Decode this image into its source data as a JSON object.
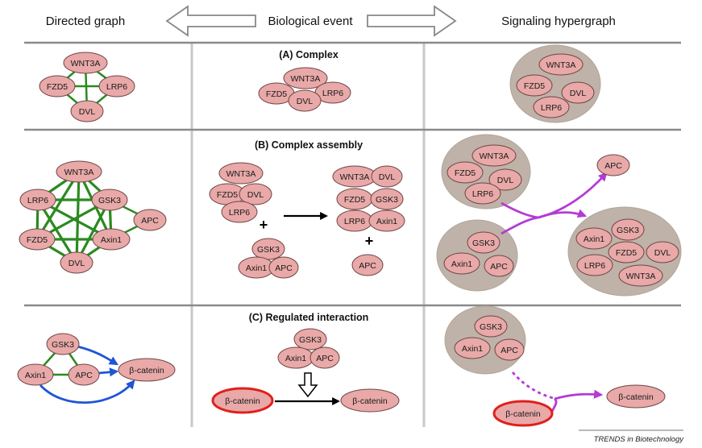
{
  "columns": {
    "left": "Directed graph",
    "middle": "Biological event",
    "right": "Signaling hypergraph"
  },
  "sections": {
    "a": "(A) Complex",
    "b": "(B) Complex assembly",
    "c": "(C) Regulated interaction"
  },
  "proteins": {
    "wnt3a": "WNT3A",
    "fzd5": "FZD5",
    "lrp6": "LRP6",
    "dvl": "DVL",
    "gsk3": "GSK3",
    "apc": "APC",
    "axin1": "Axin1",
    "bcat": "β-catenin"
  },
  "operators": {
    "plus": "+"
  },
  "footer": "TRENDS in Biotechnology",
  "colors": {
    "node_fill": "#e8a9a8",
    "complex_fill": "#bfb2a8",
    "undirected_edge": "#2a8a1f",
    "directed_edge": "#1f55d6",
    "hyperedge": "#b43ad6",
    "highlight_border": "#e0201c"
  }
}
